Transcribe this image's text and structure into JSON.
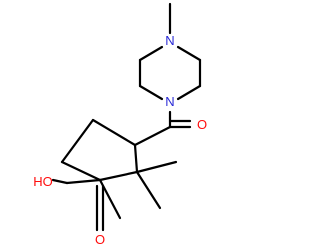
{
  "colors": {
    "background": "#ffffff",
    "carbon_bond": "#000000",
    "oxygen": "#ff0d0d",
    "nitrogen": "#2a2ad6"
  },
  "molecule": {
    "atoms": {
      "ho": "HO",
      "o_acid": "O",
      "o_amide": "O",
      "n_top": "N",
      "n_bottom": "N"
    }
  }
}
